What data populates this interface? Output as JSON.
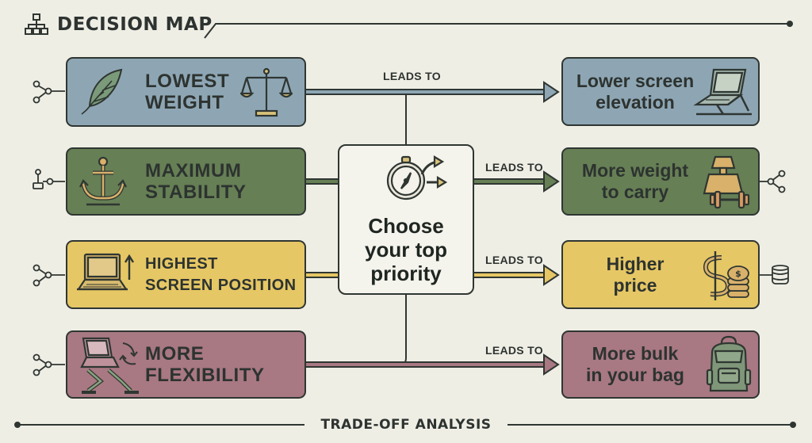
{
  "header": {
    "title": "DECISION MAP",
    "icon": "hierarchy-icon"
  },
  "footer": {
    "title": "TRADE-OFF ANALYSIS"
  },
  "center": {
    "label": "Choose\nyour top\npriority",
    "icon": "compass-icon"
  },
  "connector_label": "LEADS TO",
  "priorities": [
    {
      "label": "LOWEST\nWEIGHT",
      "icon": "feather-icon",
      "icon2": "scale-icon",
      "color": "#8ea6b4",
      "side_icon": "share-node-icon"
    },
    {
      "label": "MAXIMUM\nSTABILITY",
      "icon": "anchor-icon",
      "color": "#667f55",
      "side_icon": "joystick-icon"
    },
    {
      "label": "HIGHEST\nSCREEN POSITION",
      "icon": "laptop-raised-icon",
      "color": "#e6c765",
      "side_icon": "share-node-icon"
    },
    {
      "label": "MORE\nFLEXIBILITY",
      "icon": "folding-stand-icon",
      "color": "#a87883",
      "side_icon": "share-node-icon"
    }
  ],
  "consequences": [
    {
      "label": "Lower screen\nelevation",
      "icon": "laptop-stand-icon",
      "color": "#8ea6b4"
    },
    {
      "label": "More weight\nto carry",
      "icon": "weight-icon",
      "color": "#667f55",
      "side_icon": "share-node-icon"
    },
    {
      "label": "Higher\nprice",
      "icon": "dollar-coins-icon",
      "color": "#e6c765",
      "side_icon": "database-icon"
    },
    {
      "label": "More bulk\nin your bag",
      "icon": "backpack-icon",
      "color": "#a87883"
    }
  ]
}
